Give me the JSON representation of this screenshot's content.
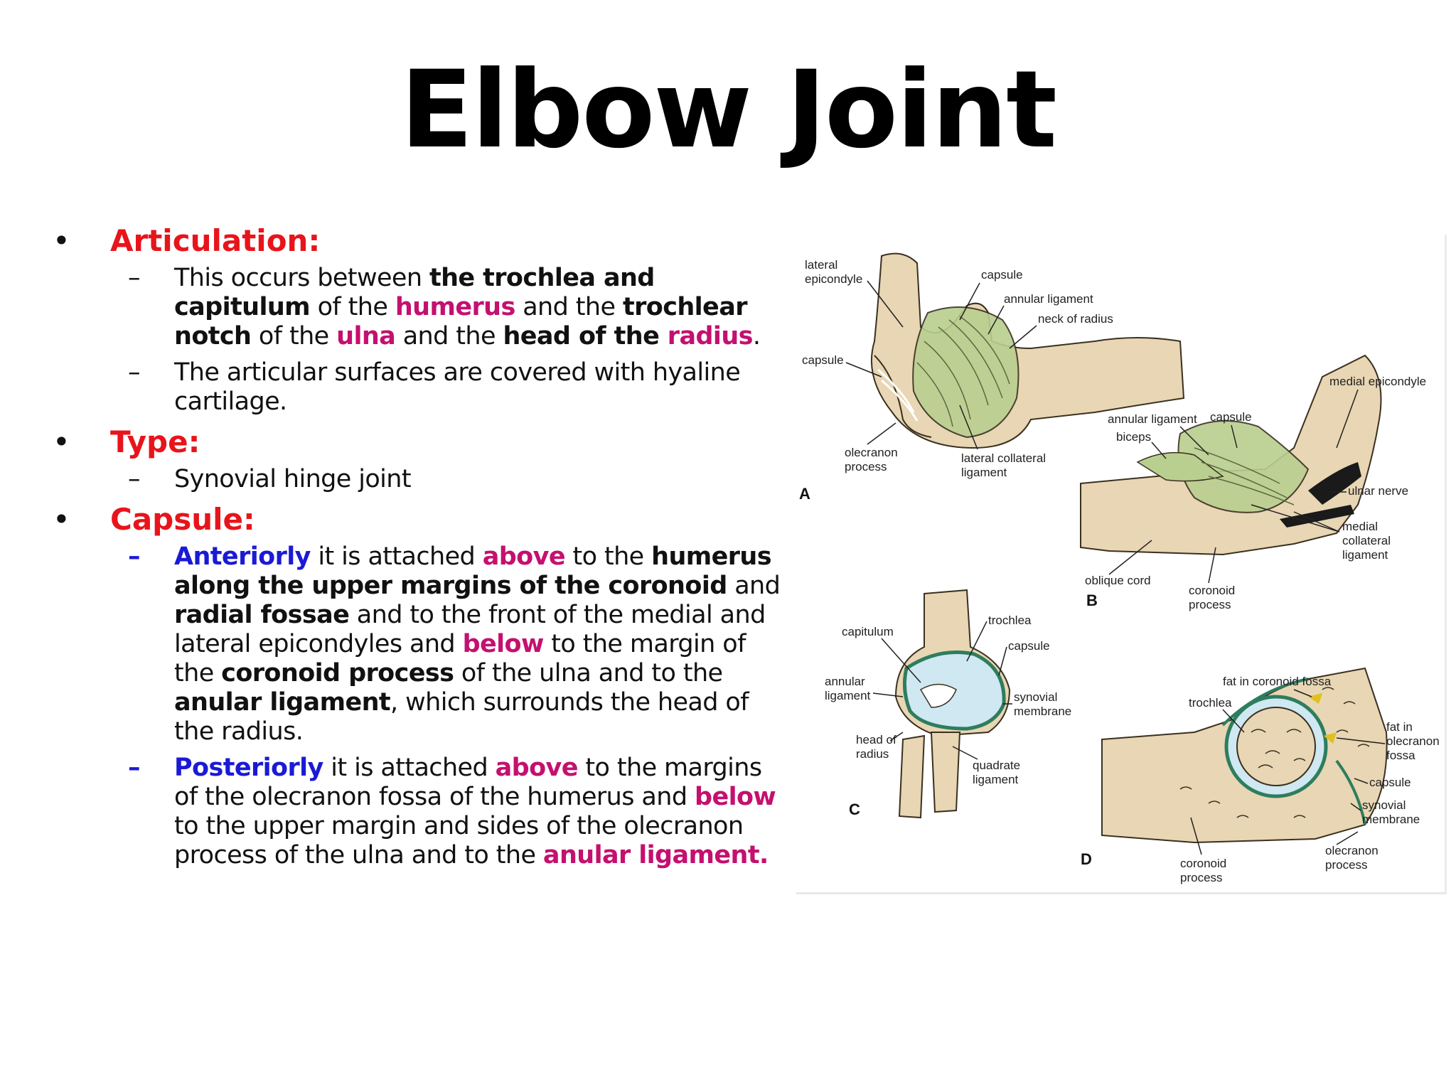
{
  "title": "Elbow Joint",
  "articulation": {
    "heading": "Articulation:",
    "item1": {
      "t1": "This occurs between ",
      "b1": "the trochlea and capitulum",
      "t2": " of the ",
      "m1": "humerus",
      "t3": " and the ",
      "b2": "trochlear notch",
      "t4": " of the ",
      "m2": "ulna",
      "t5": " and the ",
      "b3": "head of the ",
      "m3": "radius",
      "t6": "."
    },
    "item2": "The articular surfaces are covered with hyaline cartilage."
  },
  "type": {
    "heading": "Type:",
    "item1": "Synovial hinge joint"
  },
  "capsule": {
    "heading": "Capsule:",
    "anterior": {
      "lead": "Anteriorly",
      "t1": " it is attached ",
      "m1": "above",
      "t2": " to the ",
      "b1": "humerus along the upper margins of the coronoid",
      "t3": " and ",
      "b2": "radial fossae",
      "t4": " and to the front of the medial and lateral epicondyles and ",
      "m2": "below",
      "t5": " to the margin of the ",
      "b3": "coronoid process",
      "t6": " of the ulna and to the ",
      "b4": "anular ligament",
      "t7": ", which surrounds the head of the radius."
    },
    "posterior": {
      "lead": "Posteriorly",
      "t1": " it is attached ",
      "m1": "above",
      "t2": " to the margins of the olecranon fossa of the humerus and ",
      "m2": "below",
      "t3": " to the upper margin and sides of the olecranon process of the ulna and to the ",
      "m3": "anular ligament."
    }
  },
  "figure": {
    "panels": [
      "A",
      "B",
      "C",
      "D"
    ],
    "labels_a": {
      "lateral_epicondyle": [
        "lateral",
        "epicondyle"
      ],
      "capsule_top": "capsule",
      "annular_ligament": "annular ligament",
      "neck_of_radius": "neck of radius",
      "capsule_left": "capsule",
      "olecranon_process": [
        "olecranon",
        "process"
      ],
      "lateral_collateral": [
        "lateral collateral",
        "ligament"
      ]
    },
    "labels_b": {
      "medial_epicondyle": "medial epicondyle",
      "annular_ligament": "annular ligament",
      "capsule": "capsule",
      "biceps": "biceps",
      "ulnar_nerve": "ulnar nerve",
      "medial_collateral": [
        "medial",
        "collateral",
        "ligament"
      ],
      "oblique_cord": "oblique cord",
      "coronoid_process": [
        "coronoid",
        "process"
      ]
    },
    "labels_c": {
      "trochlea": "trochlea",
      "capitulum": "capitulum",
      "capsule": "capsule",
      "annular_ligament": [
        "annular",
        "ligament"
      ],
      "synovial_membrane": [
        "synovial",
        "membrane"
      ],
      "head_of_radius": [
        "head of",
        "radius"
      ],
      "quadrate_ligament": [
        "quadrate",
        "ligament"
      ]
    },
    "labels_d": {
      "fat_in_coronoid": "fat in coronoid fossa",
      "trochlea": "trochlea",
      "fat_in_olecranon": [
        "fat in",
        "olecranon",
        "fossa"
      ],
      "capsule": "capsule",
      "synovial_membrane": [
        "synovial",
        "membrane"
      ],
      "olecranon_process": [
        "olecranon",
        "process"
      ],
      "coronoid_process": [
        "coronoid",
        "process"
      ]
    },
    "colors": {
      "bone": "#e8d6b4",
      "ligament": "#b9cf8f",
      "cartilage": "#cfe8f2",
      "nerve": "#1a1a1a"
    }
  }
}
